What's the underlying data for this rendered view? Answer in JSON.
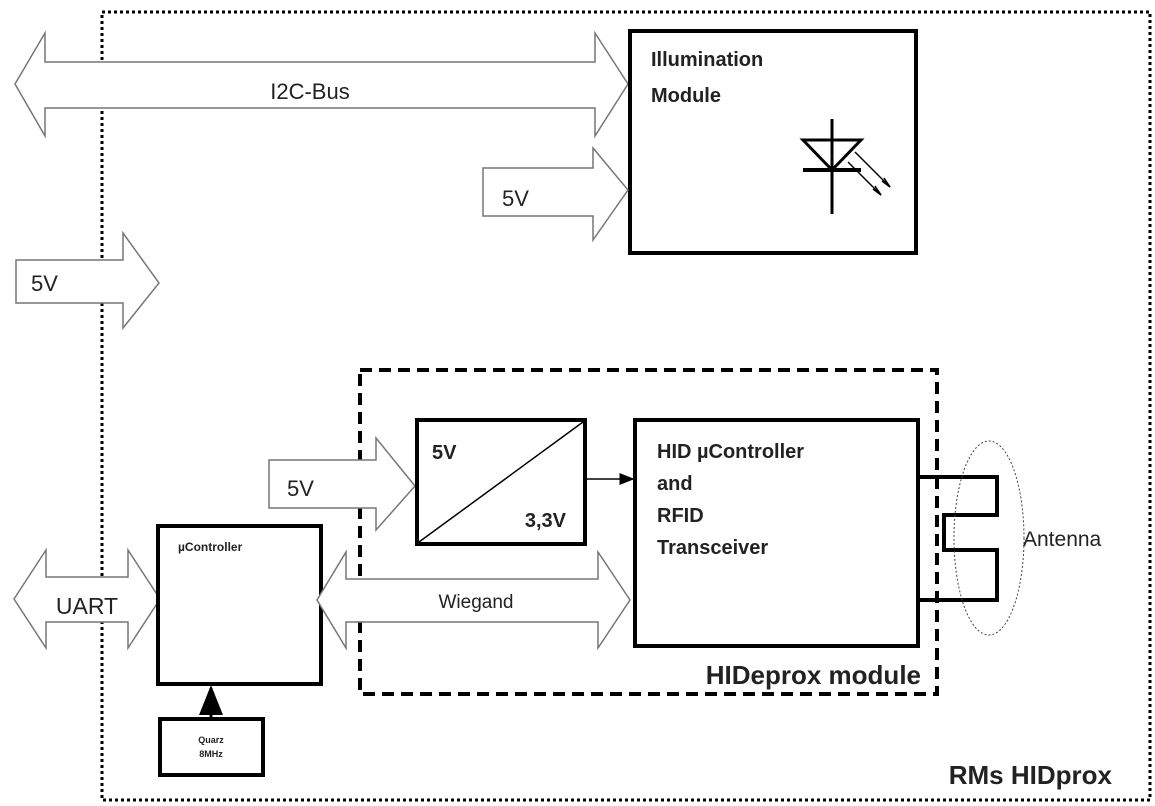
{
  "diagram": {
    "title": "RMs HIDprox",
    "i2c_label": "I2C-Bus",
    "illumination": {
      "line1": "Illumination",
      "line2": "Module"
    },
    "illum_power_label": "5V",
    "main_power_label": "5V",
    "hideprox_module_label": "HIDeprox module",
    "hideprox_power_label": "5V",
    "regulator": {
      "input": "5V",
      "output": "3,3V"
    },
    "hid": {
      "line1": "HID µController",
      "line2": "and",
      "line3": "RFID",
      "line4": "Transceiver"
    },
    "antenna_label": "Antenna",
    "ucontroller_label": "µController",
    "uart_label": "UART",
    "wiegand_label": "Wiegand",
    "quartz": {
      "line1": "Quarz",
      "line2": "8MHz"
    }
  }
}
